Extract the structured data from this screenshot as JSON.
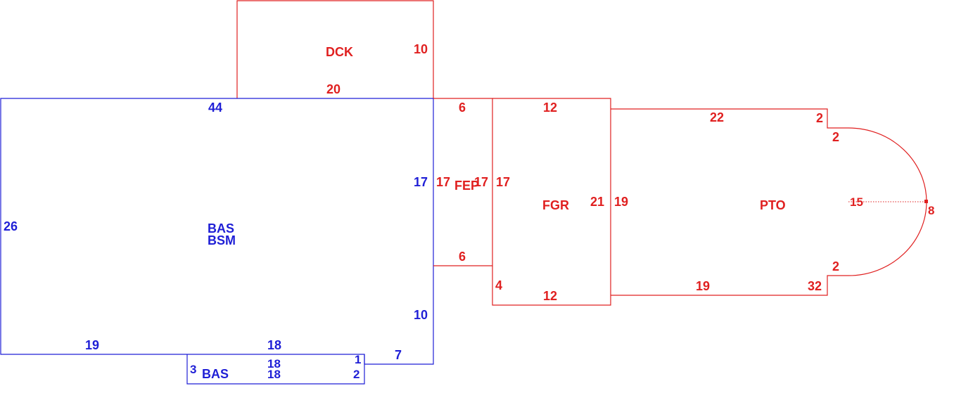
{
  "colors": {
    "main": "#1f1fd6",
    "addition": "#e02020"
  },
  "areas": {
    "dck": "DCK",
    "bas_bsm_line1": "BAS",
    "bas_bsm_line2": "BSM",
    "bas_small": "BAS",
    "fep": "FEP",
    "fgr": "FGR",
    "pto": "PTO"
  },
  "dims": {
    "dck_right": "10",
    "dck_bottom": "20",
    "bas_top": "44",
    "bas_left": "26",
    "bas_right_upper": "17",
    "bas_right_lower": "10",
    "bas_bottom_left": "19",
    "bas_bottom_mid": "18",
    "bas_step_right": "7",
    "bas_small_top": "18",
    "bas_small_bottom": "18",
    "bas_small_left": "3",
    "bas_small_step": "1",
    "bas_small_right": "2",
    "fep_top": "6",
    "fep_bottom": "6",
    "fep_left": "17",
    "fep_right": "17",
    "fgr_left": "17",
    "fgr_top": "12",
    "fgr_bottom": "12",
    "fgr_left_small": "4",
    "fgr_right": "21",
    "pto_left": "19",
    "pto_top": "22",
    "pto_bottom": "19",
    "pto_step_top_a": "2",
    "pto_step_top_b": "2",
    "pto_step_bottom_a": "2",
    "pto_step_bottom_b": "32",
    "pto_radius": "15",
    "pto_arc": "8"
  }
}
